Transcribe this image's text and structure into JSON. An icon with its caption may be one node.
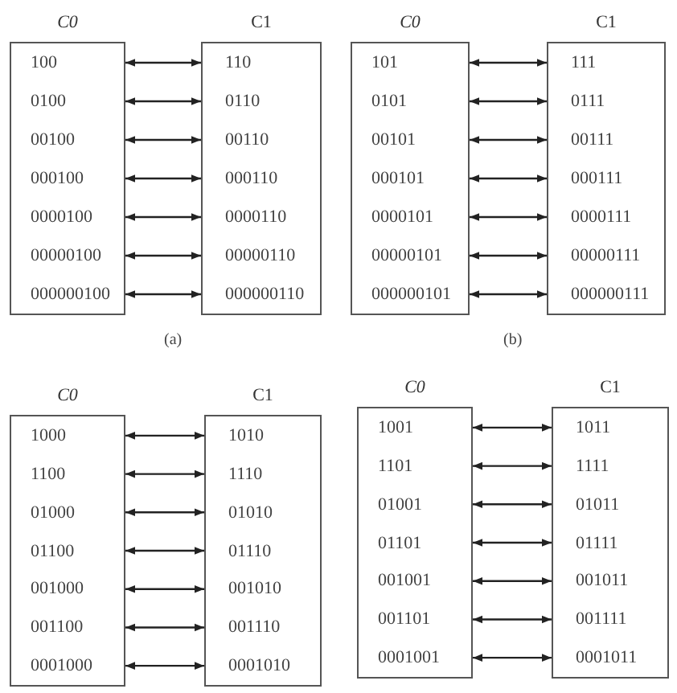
{
  "diagram": {
    "nodes": [
      {
        "text": [
          "C0"
        ]
      },
      {
        "text": [
          "100"
        ],
        "in": 0
      },
      {
        "text": [
          "0100"
        ],
        "in": 0
      },
      {
        "text": [
          "00100"
        ],
        "in": 0
      },
      {
        "text": [
          "000100"
        ],
        "in": 0
      },
      {
        "text": [
          "0000100"
        ],
        "in": 0
      },
      {
        "text": [
          "00000100"
        ],
        "in": 0
      },
      {
        "text": [
          "000000100"
        ],
        "in": 0
      },
      {
        "text": [
          "C1"
        ]
      },
      {
        "text": [
          "110"
        ],
        "in": 8
      },
      {
        "text": [
          "0110"
        ],
        "in": 8
      },
      {
        "text": [
          "00110"
        ],
        "in": 8
      },
      {
        "text": [
          "000110"
        ],
        "in": 8
      },
      {
        "text": [
          "0000110"
        ],
        "in": 8
      },
      {
        "text": [
          "00000110"
        ],
        "in": 8
      },
      {
        "text": [
          "000000110"
        ],
        "in": 8
      },
      {
        "text": [
          "C0"
        ]
      },
      {
        "text": [
          "101"
        ],
        "in": 16
      },
      {
        "text": [
          "0101"
        ],
        "in": 16
      },
      {
        "text": [
          "00101"
        ],
        "in": 16
      },
      {
        "text": [
          "000101"
        ],
        "in": 16
      },
      {
        "text": [
          "0000101"
        ],
        "in": 16
      },
      {
        "text": [
          "00000101"
        ],
        "in": 16
      },
      {
        "text": [
          "000000101"
        ],
        "in": 16
      },
      {
        "text": [
          "C1"
        ]
      },
      {
        "text": [
          "111"
        ],
        "in": 24
      },
      {
        "text": [
          "0111"
        ],
        "in": 24
      },
      {
        "text": [
          "00111"
        ],
        "in": 24
      },
      {
        "text": [
          "000111"
        ],
        "in": 24
      },
      {
        "text": [
          "0000111"
        ],
        "in": 24
      },
      {
        "text": [
          "00000111"
        ],
        "in": 24
      },
      {
        "text": [
          "000000111"
        ],
        "in": 24
      },
      {
        "text": [
          "C0"
        ]
      },
      {
        "text": [
          "1000"
        ],
        "in": 32
      },
      {
        "text": [
          "1100"
        ],
        "in": 32
      },
      {
        "text": [
          "01000"
        ],
        "in": 32
      },
      {
        "text": [
          "01100"
        ],
        "in": 32
      },
      {
        "text": [
          "001000"
        ],
        "in": 32
      },
      {
        "text": [
          "001100"
        ],
        "in": 32
      },
      {
        "text": [
          "0001000"
        ],
        "in": 32
      },
      {
        "text": [
          "C1"
        ]
      },
      {
        "text": [
          "1010"
        ],
        "in": 40
      },
      {
        "text": [
          "1110"
        ],
        "in": 40
      },
      {
        "text": [
          "01010"
        ],
        "in": 40
      },
      {
        "text": [
          "01110"
        ],
        "in": 40
      },
      {
        "text": [
          "001010"
        ],
        "in": 40
      },
      {
        "text": [
          "001110"
        ],
        "in": 40
      },
      {
        "text": [
          "0001010"
        ],
        "in": 40
      },
      {
        "text": [
          "C0"
        ]
      },
      {
        "text": [
          "1001"
        ],
        "in": 48
      },
      {
        "text": [
          "1101"
        ],
        "in": 48
      },
      {
        "text": [
          "01001"
        ],
        "in": 48
      },
      {
        "text": [
          "01101"
        ],
        "in": 48
      },
      {
        "text": [
          "001001"
        ],
        "in": 48
      },
      {
        "text": [
          "001101"
        ],
        "in": 48
      },
      {
        "text": [
          "0001001"
        ],
        "in": 48
      },
      {
        "text": [
          "C1"
        ]
      },
      {
        "text": [
          "1011"
        ],
        "in": 56
      },
      {
        "text": [
          "1111"
        ],
        "in": 56
      },
      {
        "text": [
          "01011"
        ],
        "in": 56
      },
      {
        "text": [
          "01111"
        ],
        "in": 56
      },
      {
        "text": [
          "001011"
        ],
        "in": 56
      },
      {
        "text": [
          "001111"
        ],
        "in": 56
      },
      {
        "text": [
          "0001011"
        ],
        "in": 56
      }
    ],
    "edges": [
      {
        "from": 1,
        "to": 9,
        "arrow": "both"
      },
      {
        "from": 2,
        "to": 10,
        "arrow": "both"
      },
      {
        "from": 3,
        "to": 11,
        "arrow": "both"
      },
      {
        "from": 4,
        "to": 12,
        "arrow": "both"
      },
      {
        "from": 5,
        "to": 13,
        "arrow": "both"
      },
      {
        "from": 6,
        "to": 14,
        "arrow": "both"
      },
      {
        "from": 7,
        "to": 15,
        "arrow": "both"
      },
      {
        "from": 17,
        "to": 25,
        "arrow": "both"
      },
      {
        "from": 18,
        "to": 26,
        "arrow": "both"
      },
      {
        "from": 19,
        "to": 27,
        "arrow": "both"
      },
      {
        "from": 20,
        "to": 28,
        "arrow": "both"
      },
      {
        "from": 21,
        "to": 29,
        "arrow": "both"
      },
      {
        "from": 22,
        "to": 30,
        "arrow": "both"
      },
      {
        "from": 23,
        "to": 31,
        "arrow": "both"
      },
      {
        "from": 33,
        "to": 41,
        "arrow": "both"
      },
      {
        "from": 34,
        "to": 42,
        "arrow": "both"
      },
      {
        "from": 35,
        "to": 43,
        "arrow": "both"
      },
      {
        "from": 36,
        "to": 44,
        "arrow": "both"
      },
      {
        "from": 37,
        "to": 45,
        "arrow": "both"
      },
      {
        "from": 38,
        "to": 46,
        "arrow": "both"
      },
      {
        "from": 39,
        "to": 47,
        "arrow": "both"
      },
      {
        "from": 49,
        "to": 57,
        "arrow": "both"
      },
      {
        "from": 50,
        "to": 58,
        "arrow": "both"
      },
      {
        "from": 51,
        "to": 59,
        "arrow": "both"
      },
      {
        "from": 52,
        "to": 60,
        "arrow": "both"
      },
      {
        "from": 53,
        "to": 61,
        "arrow": "both"
      },
      {
        "from": 54,
        "to": 62,
        "arrow": "both"
      },
      {
        "from": 55,
        "to": 63,
        "arrow": "both"
      }
    ],
    "labels": [
      "(a)",
      "(b)"
    ]
  }
}
